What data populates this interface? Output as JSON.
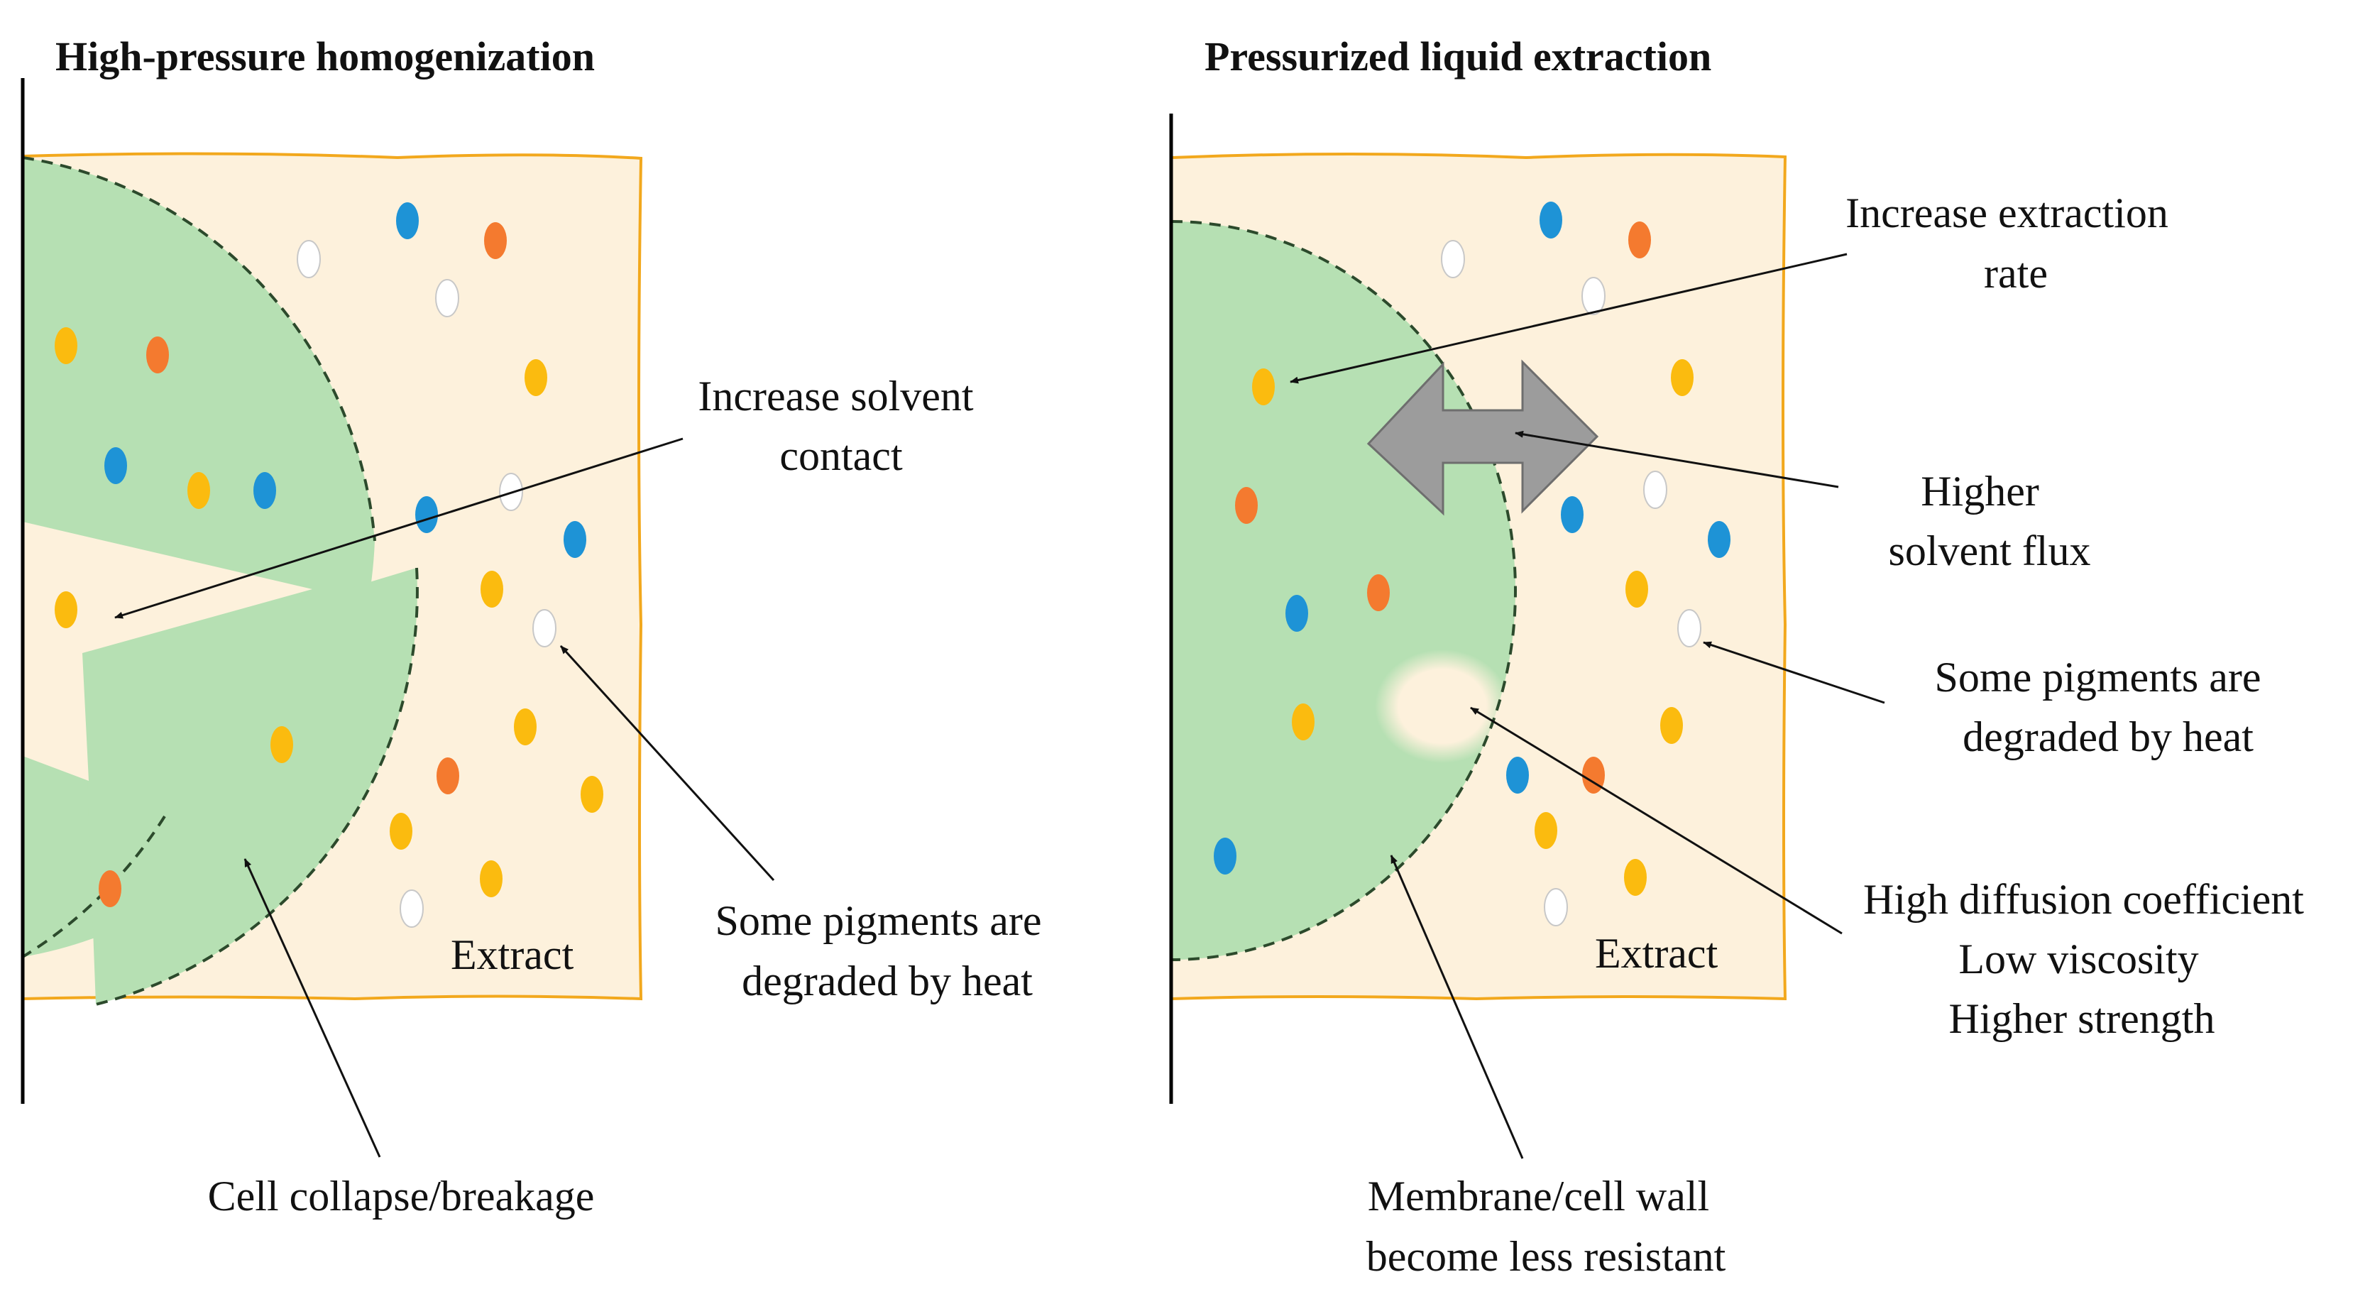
{
  "panels": [
    {
      "title": "High-pressure homogenization",
      "labels": {
        "increase_solvent_contact": [
          "Increase solvent",
          "contact"
        ],
        "pigments_degraded": [
          "Some pigments are",
          "degraded by heat"
        ],
        "extract": "Extract",
        "cell_collapse": "Cell collapse/breakage"
      }
    },
    {
      "title": "Pressurized liquid extraction",
      "labels": {
        "increase_extraction_rate": [
          "Increase extraction",
          "rate"
        ],
        "higher_solvent_flux": [
          "Higher",
          "solvent flux"
        ],
        "pigments_degraded": [
          "Some pigments are",
          "degraded by heat"
        ],
        "solvent_properties": [
          "High diffusion coefficient",
          "Low viscosity",
          "Higher strength"
        ],
        "extract": "Extract",
        "membrane_wall": [
          "Membrane/cell wall",
          "become less resistant"
        ]
      }
    }
  ],
  "colors": {
    "extract_fill": "#fdf1dc",
    "extract_border": "#f2a81d",
    "cell_fill": "#b6e0b3",
    "pigment_yellow": "#fbbb0f",
    "pigment_orange": "#f47a2f",
    "pigment_blue": "#1e93d6",
    "pigment_white": "#ffffff",
    "arrow_gray": "#9c9c9c"
  },
  "icons": [
    "double-arrow-icon"
  ]
}
